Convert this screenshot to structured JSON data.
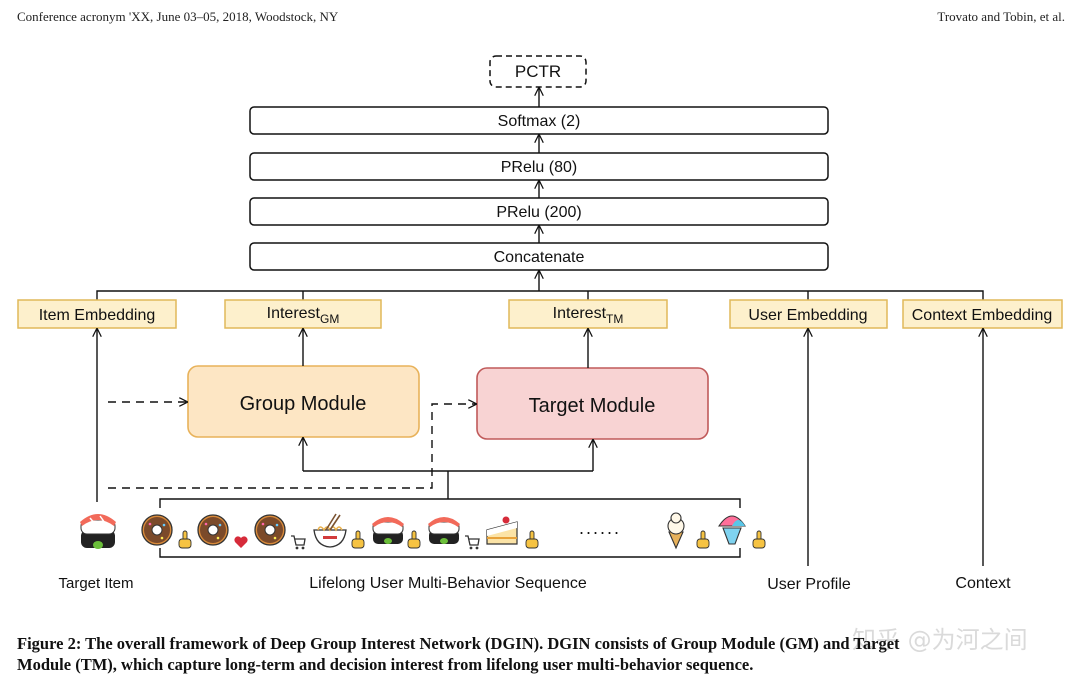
{
  "header": {
    "left": "Conference acronym 'XX, June 03–05, 2018, Woodstock, NY",
    "right": "Trovato and Tobin, et al."
  },
  "diagram": {
    "stack": {
      "pctr": "PCTR",
      "softmax": "Softmax (2)",
      "prelu80": "PRelu (80)",
      "prelu200": "PRelu (200)",
      "concat": "Concatenate"
    },
    "embeddings": {
      "item": "Item Embedding",
      "interest_gm_base": "Interest",
      "interest_gm_sub": "GM",
      "interest_tm_base": "Interest",
      "interest_tm_sub": "TM",
      "user": "User Embedding",
      "context": "Context Embedding"
    },
    "modules": {
      "group": "Group Module",
      "target": "Target Module"
    },
    "inputs": {
      "target_item": "Target Item",
      "sequence": "Lifelong User Multi-Behavior Sequence",
      "ellipsis": "......",
      "user_profile": "User Profile",
      "context": "Context"
    },
    "colors": {
      "embedding_fill": "#fdf0cc",
      "embedding_border": "#e0b95a",
      "group_fill": "#fde6c4",
      "group_border": "#e8b25a",
      "target_fill": "#f8d3d3",
      "target_border": "#c05a5a"
    },
    "sequence_items": [
      {
        "icon": "sushi-icon",
        "action": "none"
      },
      {
        "icon": "donut-icon",
        "action": "click-hand-icon"
      },
      {
        "icon": "donut-icon",
        "action": "heart-icon"
      },
      {
        "icon": "donut-icon",
        "action": "cart-icon"
      },
      {
        "icon": "noodle-bowl-icon",
        "action": "click-hand-icon"
      },
      {
        "icon": "sushi-icon",
        "action": "click-hand-icon"
      },
      {
        "icon": "sushi-icon",
        "action": "cart-icon"
      },
      {
        "icon": "cake-icon",
        "action": "click-hand-icon"
      },
      {
        "icon": "ice-cream-icon",
        "action": "click-hand-icon"
      },
      {
        "icon": "shaved-ice-icon",
        "action": "click-hand-icon"
      }
    ]
  },
  "caption": {
    "line1": "Figure 2: The overall framework of Deep Group Interest Network (DGIN). DGIN consists of Group Module (GM) and Target",
    "line2": "Module (TM), which capture long-term and decision interest from lifelong user multi-behavior sequence."
  },
  "watermark": "知乎 @为河之间"
}
